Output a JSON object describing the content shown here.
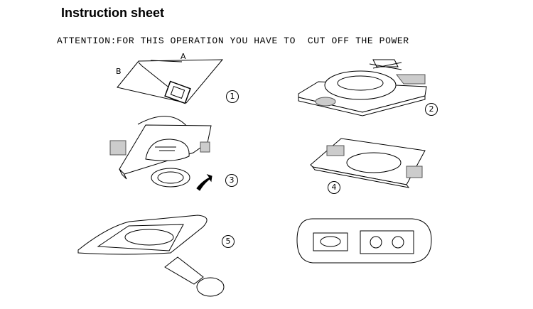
{
  "header": {
    "title": "Instruction sheet",
    "attention": "ATTENTION:FOR THIS OPERATION YOU HAVE TO  CUT OFF THE POWER"
  },
  "figure1": {
    "label_a": "A",
    "label_b": "B"
  },
  "steps": [
    "1",
    "2",
    "3",
    "4",
    "5"
  ]
}
